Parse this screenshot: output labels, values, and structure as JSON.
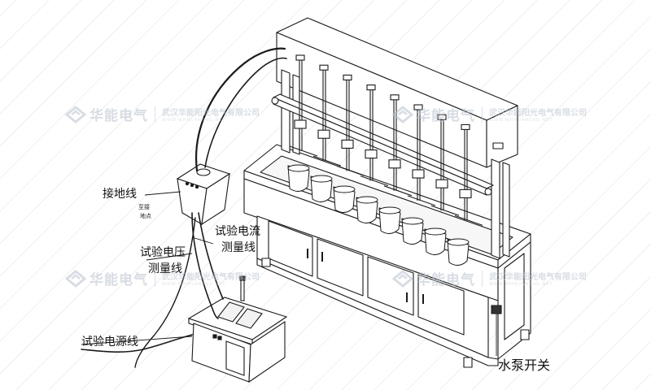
{
  "labels": {
    "ground_wire": "接地线",
    "ground_point_line1": "至接",
    "ground_point_line2": "地点",
    "current_wire_line1": "试验电流",
    "current_wire_line2": "测量线",
    "voltage_wire_line1": "试验电压",
    "voltage_wire_line2": "测量线",
    "power_wire": "试验电源线",
    "pump_switch": "水泵开关"
  },
  "watermark": {
    "brand": "华能电气",
    "company": "武汉华能阳光电气有限公司",
    "url": "WWW.WHHUANENG.NET"
  },
  "colors": {
    "line": "#1a1a1a",
    "watermark": "#b9c3cf",
    "background": "#ffffff"
  }
}
